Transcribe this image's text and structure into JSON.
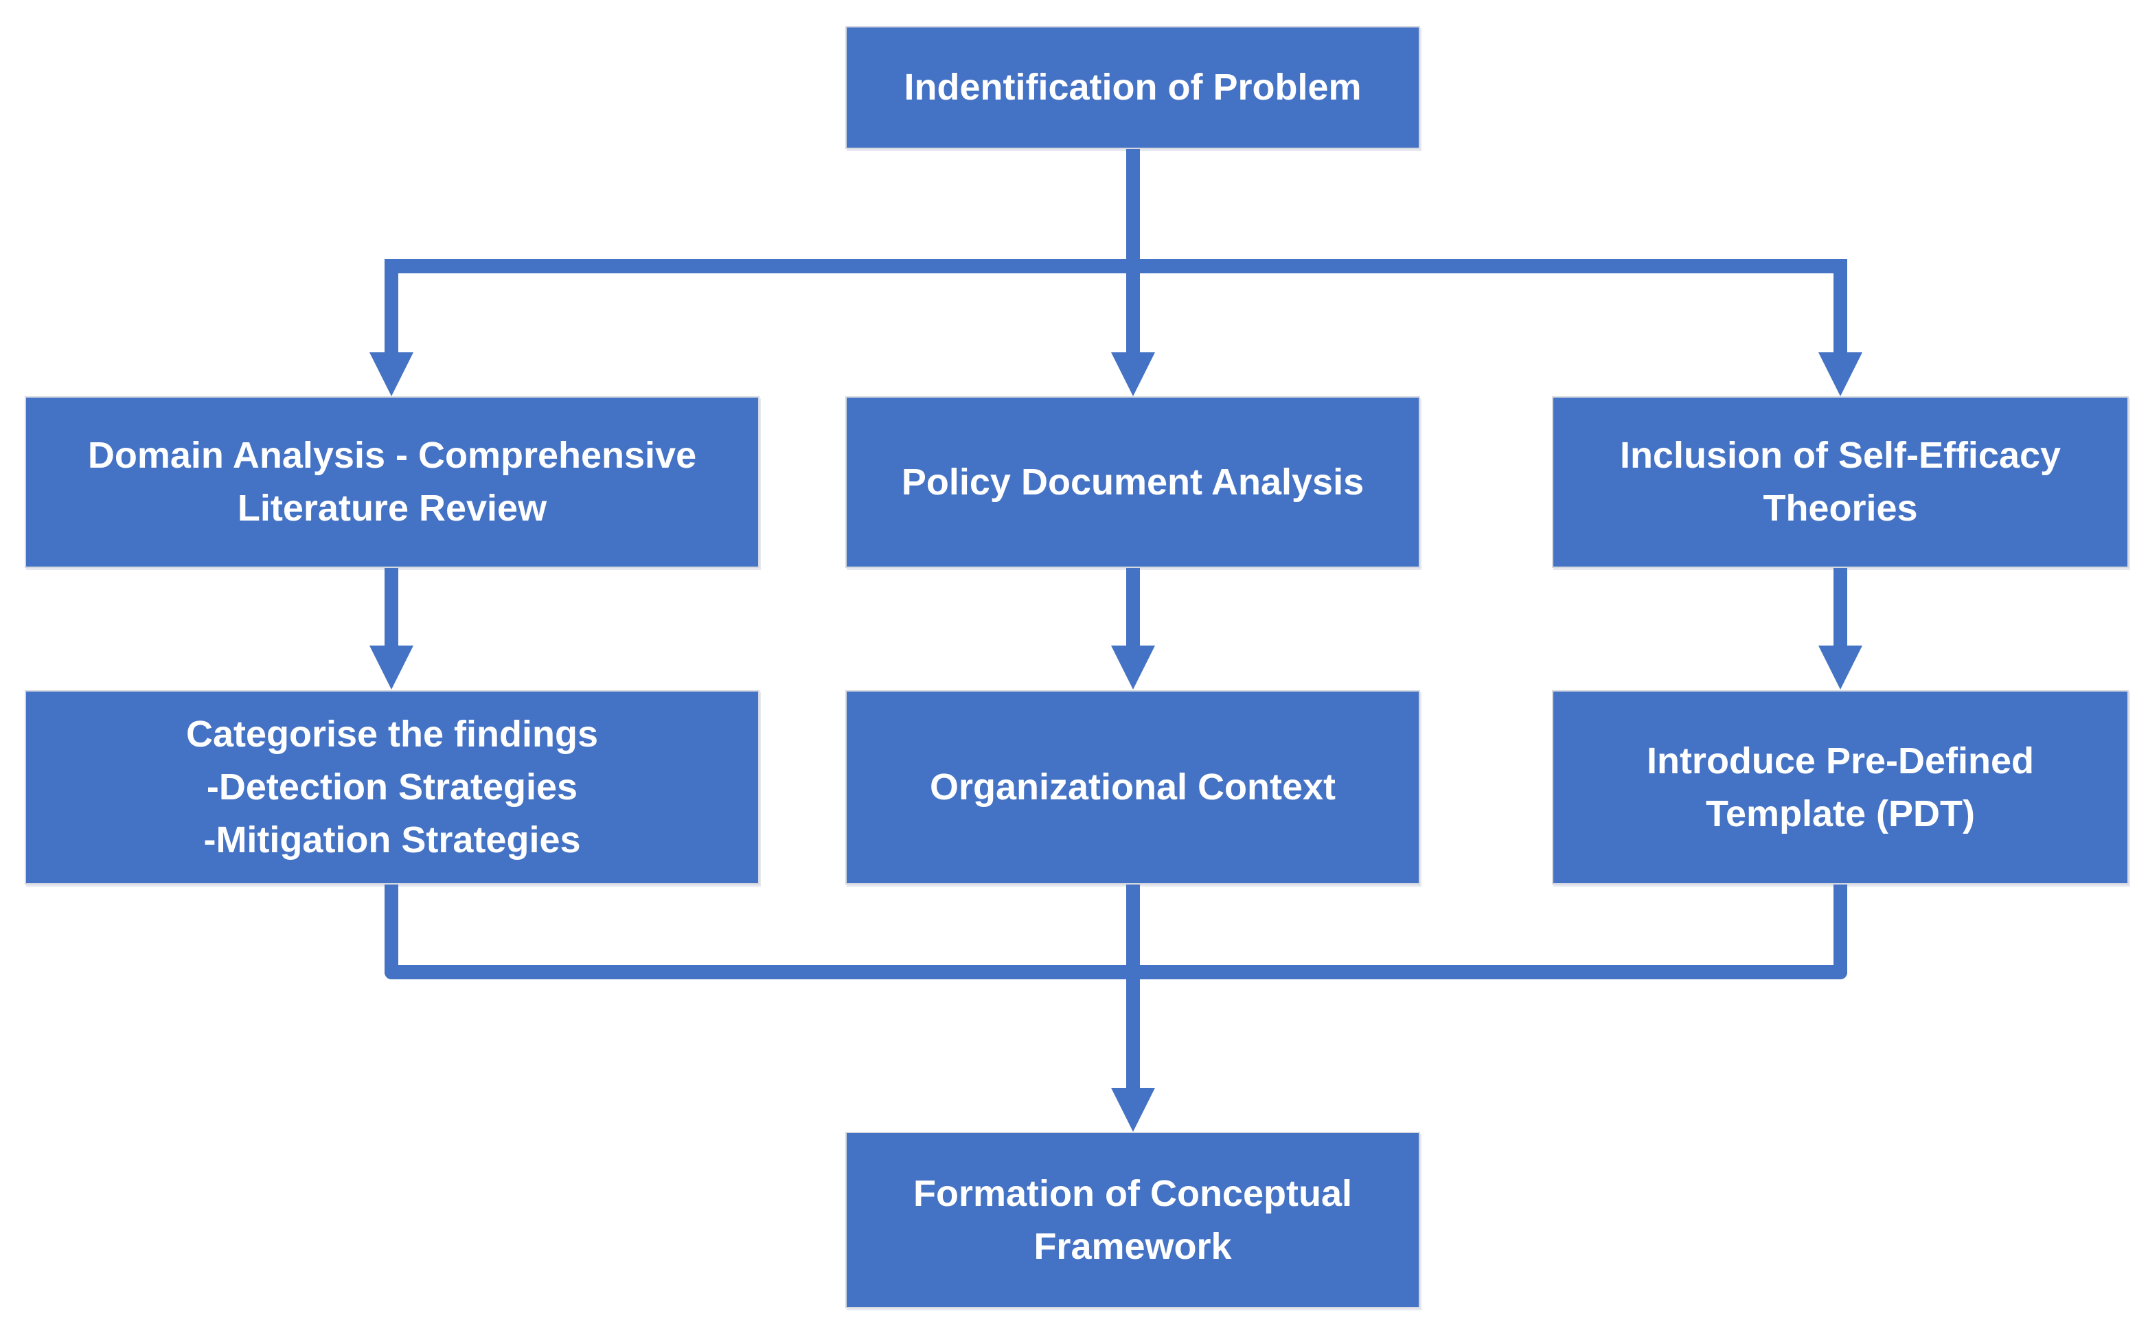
{
  "diagram": {
    "title": "Conceptual framework formation flowchart",
    "accent_color": "#4472C4",
    "text_color": "#FFFFFF",
    "background_color": "#FFFFFF",
    "nodes": [
      {
        "id": "identification-of-problem",
        "lines": [
          "Indentification of Problem"
        ]
      },
      {
        "id": "domain-analysis",
        "lines": [
          "Domain Analysis - Comprehensive",
          "Literature Review"
        ]
      },
      {
        "id": "policy-document-analysis",
        "lines": [
          "Policy Document Analysis"
        ]
      },
      {
        "id": "self-efficacy-theories",
        "lines": [
          "Inclusion of Self-Efficacy",
          "Theories"
        ]
      },
      {
        "id": "categorise-findings",
        "lines": [
          "Categorise the findings",
          "-Detection Strategies",
          "-Mitigation Strategies"
        ]
      },
      {
        "id": "organizational-context",
        "lines": [
          "Organizational Context"
        ]
      },
      {
        "id": "pre-defined-template",
        "lines": [
          "Introduce Pre-Defined",
          "Template (PDT)"
        ]
      },
      {
        "id": "formation-of-framework",
        "lines": [
          "Formation of Conceptual",
          "Framework"
        ]
      }
    ],
    "edges": [
      {
        "from": "identification-of-problem",
        "to": "domain-analysis"
      },
      {
        "from": "identification-of-problem",
        "to": "policy-document-analysis"
      },
      {
        "from": "identification-of-problem",
        "to": "self-efficacy-theories"
      },
      {
        "from": "domain-analysis",
        "to": "categorise-findings"
      },
      {
        "from": "policy-document-analysis",
        "to": "organizational-context"
      },
      {
        "from": "self-efficacy-theories",
        "to": "pre-defined-template"
      },
      {
        "from": "categorise-findings",
        "to": "formation-of-framework"
      },
      {
        "from": "organizational-context",
        "to": "formation-of-framework"
      },
      {
        "from": "pre-defined-template",
        "to": "formation-of-framework"
      }
    ]
  }
}
